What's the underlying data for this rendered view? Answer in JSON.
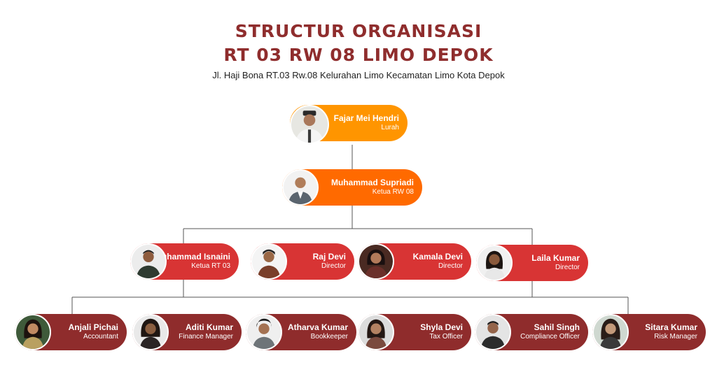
{
  "header": {
    "title_line1": "STRUCTUR ORGANISASI",
    "title_line2": "RT 03 RW 08 LIMO DEPOK",
    "subtitle": "Jl. Haji Bona RT.03 Rw.08 Kelurahan Limo Kecamatan Limo Kota Depok"
  },
  "colors": {
    "title": "#8f2d2d",
    "subtitle": "#222222",
    "level1": "#ff9500",
    "level2": "#ff6a00",
    "level3": "#d83434",
    "level4": "#8f2c2c",
    "connector": "#555555"
  },
  "org": {
    "level1": [
      {
        "name": "Fajar Mei Hendri",
        "role": "Lurah",
        "photo": "person-photo-officer"
      }
    ],
    "level2": [
      {
        "name": "Muhammad Supriadi",
        "role": "Ketua RW 08",
        "photo": "person-photo"
      }
    ],
    "level3": [
      {
        "name": "Muhammad Isnaini",
        "role": "Ketua RT 03",
        "photo": "person-photo"
      },
      {
        "name": "Raj Devi",
        "role": "Director",
        "photo": "person-photo"
      },
      {
        "name": "Kamala Devi",
        "role": "Director",
        "photo": "person-photo"
      },
      {
        "name": "Laila Kumar",
        "role": "Director",
        "photo": "person-photo"
      }
    ],
    "level4": [
      {
        "name": "Anjali Pichai",
        "role": "Accountant",
        "photo": "person-photo"
      },
      {
        "name": "Aditi Kumar",
        "role": "Finance Manager",
        "photo": "person-photo"
      },
      {
        "name": "Atharva Kumar",
        "role": "Bookkeeper",
        "photo": "person-photo"
      },
      {
        "name": "Shyla Devi",
        "role": "Tax Officer",
        "photo": "person-photo"
      },
      {
        "name": "Sahil Singh",
        "role": "Compliance Officer",
        "photo": "person-photo"
      },
      {
        "name": "Sitara Kumar",
        "role": "Risk Manager",
        "photo": "person-photo"
      }
    ]
  }
}
